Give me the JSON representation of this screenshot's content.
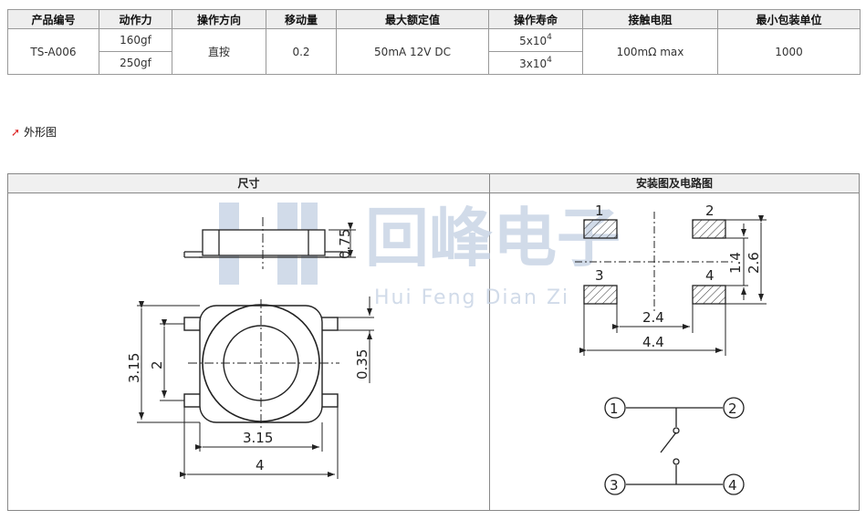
{
  "spec_table": {
    "headers": [
      "产品编号",
      "动作力",
      "操作方向",
      "移动量",
      "最大额定值",
      "操作寿命",
      "接触电阻",
      "最小包装单位"
    ],
    "product_no": "TS-A006",
    "force": [
      "160gf",
      "250gf"
    ],
    "direction": "直按",
    "travel": "0.2",
    "rating": "50mA 12V DC",
    "life": [
      {
        "base": "5x10",
        "exp": "4"
      },
      {
        "base": "3x10",
        "exp": "4"
      }
    ],
    "contact_resistance": "100mΩ max",
    "min_package": "1000"
  },
  "section_title": "外形图",
  "drawing": {
    "left_header": "尺寸",
    "right_header": "安装图及电路图",
    "watermark": {
      "text": "回峰电子",
      "subtitle": "Hui Feng Dian Zi"
    },
    "dims_left": {
      "height": "0.75",
      "body_height": "3.15",
      "pin_pitch": "2",
      "pin_width": "0.35",
      "body_width": "3.15",
      "overall_width": "4"
    },
    "dims_right": {
      "pin1": "1",
      "pin2": "2",
      "pin3": "3",
      "pin4": "4",
      "pad_gap": "1.4",
      "pad_span_v": "2.6",
      "inner_gap": "2.4",
      "pad_span_h": "4.4"
    },
    "circuit_nodes": [
      "1",
      "2",
      "3",
      "4"
    ]
  }
}
